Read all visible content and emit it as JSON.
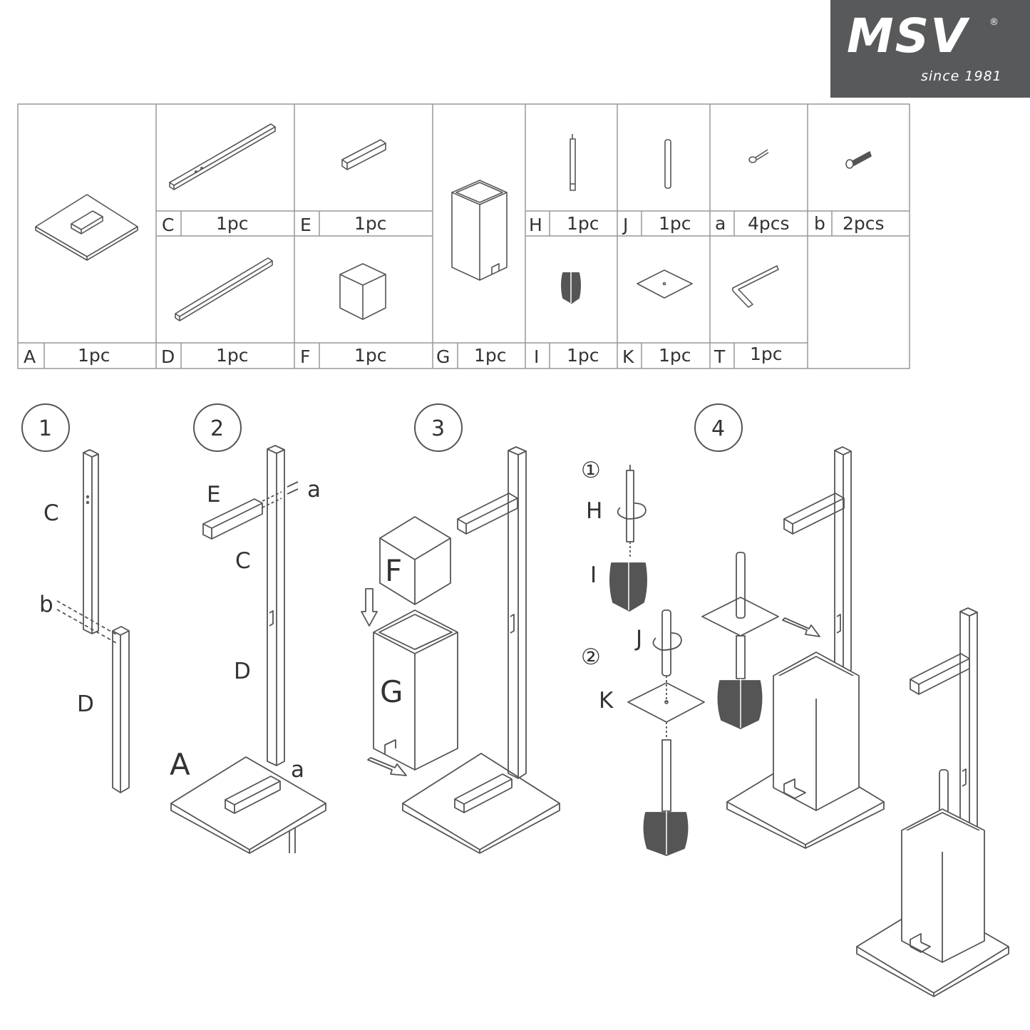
{
  "brand": {
    "name": "MSV",
    "registered": "®",
    "tagline": "since 1981"
  },
  "parts_table": {
    "top_row": [
      {
        "letter": "C",
        "qty": "1pc",
        "icon": "long-bar-icon"
      },
      {
        "letter": "E",
        "qty": "1pc",
        "icon": "short-arm-icon"
      },
      {
        "letter": "H",
        "qty": "1pc",
        "icon": "threaded-rod-icon"
      },
      {
        "letter": "J",
        "qty": "1pc",
        "icon": "handle-rod-icon"
      },
      {
        "letter": "a",
        "qty": "4pcs",
        "icon": "small-screw-icon"
      },
      {
        "letter": "b",
        "qty": "2pcs",
        "icon": "bolt-icon"
      }
    ],
    "bottom_row": [
      {
        "letter": "A",
        "qty": "1pc",
        "icon": "base-plate-icon"
      },
      {
        "letter": "D",
        "qty": "1pc",
        "icon": "long-bar-icon"
      },
      {
        "letter": "F",
        "qty": "1pc",
        "icon": "insert-cup-icon"
      },
      {
        "letter": "G",
        "qty": "1pc",
        "icon": "container-icon"
      },
      {
        "letter": "I",
        "qty": "1pc",
        "icon": "brush-head-icon"
      },
      {
        "letter": "K",
        "qty": "1pc",
        "icon": "lid-plate-icon"
      },
      {
        "letter": "T",
        "qty": "1pc",
        "icon": "hex-key-icon"
      }
    ]
  },
  "steps": [
    {
      "number": "1",
      "labels": {
        "c": "C",
        "b": "b",
        "d": "D"
      }
    },
    {
      "number": "2",
      "labels": {
        "e": "E",
        "a_top": "a",
        "c": "C",
        "d": "D",
        "a_base": "A",
        "a_bottom": "a"
      }
    },
    {
      "number": "3",
      "labels": {
        "f": "F",
        "g": "G"
      }
    },
    {
      "number": "4",
      "labels": {
        "sub1": "①",
        "h": "H",
        "i": "I",
        "sub2": "②",
        "j": "J",
        "k": "K"
      }
    }
  ]
}
